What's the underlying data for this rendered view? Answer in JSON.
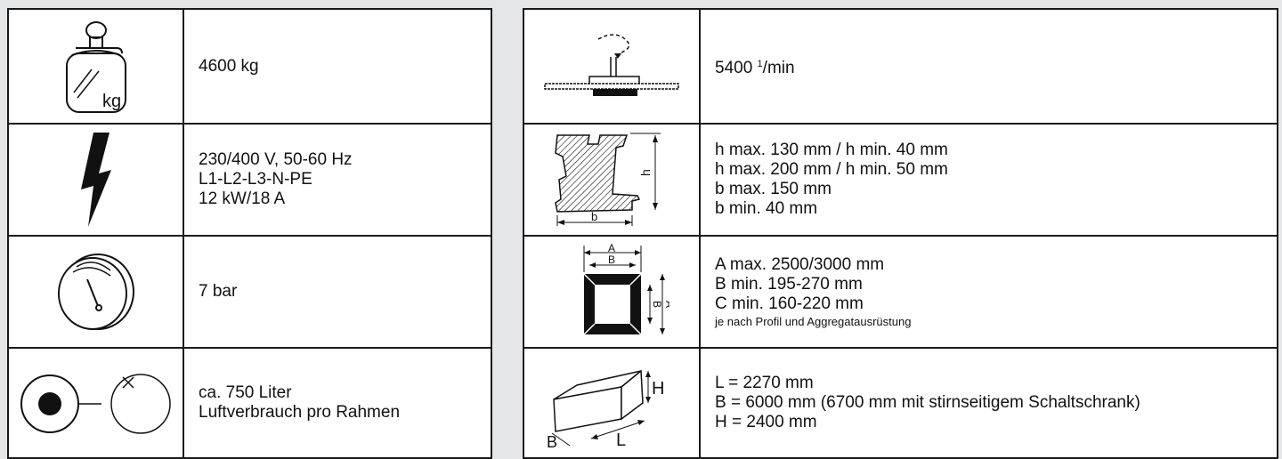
{
  "left_table": {
    "weight": {
      "icon": "weight-kg-icon",
      "icon_label": "kg",
      "line1": "4600 kg"
    },
    "power": {
      "icon": "lightning-icon",
      "line1": "230/400 V, 50-60 Hz",
      "line2": "L1-L2-L3-N-PE",
      "line3": "12 kW/18 A"
    },
    "pressure": {
      "icon": "pressure-gauge-icon",
      "line1": "7 bar"
    },
    "air": {
      "icon": "air-consumption-icon",
      "line1": "ca. 750 Liter",
      "line2": "Luftverbrauch pro Rahmen"
    }
  },
  "right_table": {
    "speed": {
      "icon": "saw-blade-rotation-icon",
      "value": "5400 ",
      "sup": "1",
      "unit": "/min"
    },
    "profile": {
      "icon": "profile-section-icon",
      "h_label": "h",
      "b_label": "b",
      "line1": "h max. 130 mm / h min. 40 mm",
      "line2": "h max. 200 mm / h min. 50 mm",
      "line3": "b max. 150 mm",
      "line4": "b min. 40 mm"
    },
    "frame": {
      "icon": "frame-dimensions-icon",
      "a_label": "A",
      "b_label": "B",
      "line1": "A max. 2500/3000 mm",
      "line2": "B min. 195-270 mm",
      "line3": "C min. 160-220 mm",
      "note": "je nach Profil und Aggregatausrüstung"
    },
    "dimensions": {
      "icon": "machine-box-dimensions-icon",
      "h_label": "H",
      "l_label": "L",
      "b_label": "B",
      "line1": "L = 2270 mm",
      "line2": "B = 6000 mm (6700 mm mit stirnseitigem Schaltschrank)",
      "line3": "H = 2400 mm"
    }
  }
}
